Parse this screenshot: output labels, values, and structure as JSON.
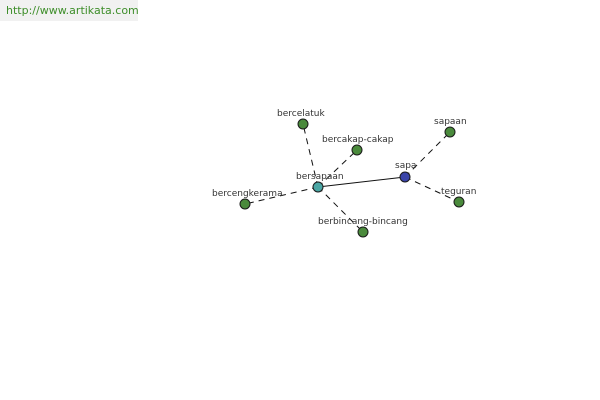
{
  "watermark": {
    "text": "http://www.artikata.com"
  },
  "colors": {
    "center": "#4aa6a4",
    "hub": "#3a44a8",
    "leaf": "#4a8a3c"
  },
  "graph": {
    "nodes": [
      {
        "id": "bersapaan",
        "label": "bersapaan",
        "role": "center"
      },
      {
        "id": "sapa",
        "label": "sapa",
        "role": "hub"
      },
      {
        "id": "bercelatuk",
        "label": "bercelatuk",
        "role": "leaf"
      },
      {
        "id": "bercakap-cakap",
        "label": "bercakap-cakap",
        "role": "leaf"
      },
      {
        "id": "bercengkerama",
        "label": "bercengkerama",
        "role": "leaf"
      },
      {
        "id": "berbincang-bincang",
        "label": "berbincang-bincang",
        "role": "leaf"
      },
      {
        "id": "sapaan",
        "label": "sapaan",
        "role": "leaf"
      },
      {
        "id": "teguran",
        "label": "teguran",
        "role": "leaf"
      }
    ],
    "edges": [
      {
        "from": "bersapaan",
        "to": "sapa",
        "style": "solid"
      },
      {
        "from": "bersapaan",
        "to": "bercelatuk",
        "style": "dashed"
      },
      {
        "from": "bersapaan",
        "to": "bercakap-cakap",
        "style": "dashed"
      },
      {
        "from": "bersapaan",
        "to": "bercengkerama",
        "style": "dashed"
      },
      {
        "from": "bersapaan",
        "to": "berbincang-bincang",
        "style": "dashed"
      },
      {
        "from": "sapa",
        "to": "sapaan",
        "style": "dashed"
      },
      {
        "from": "sapa",
        "to": "teguran",
        "style": "dashed"
      }
    ]
  }
}
